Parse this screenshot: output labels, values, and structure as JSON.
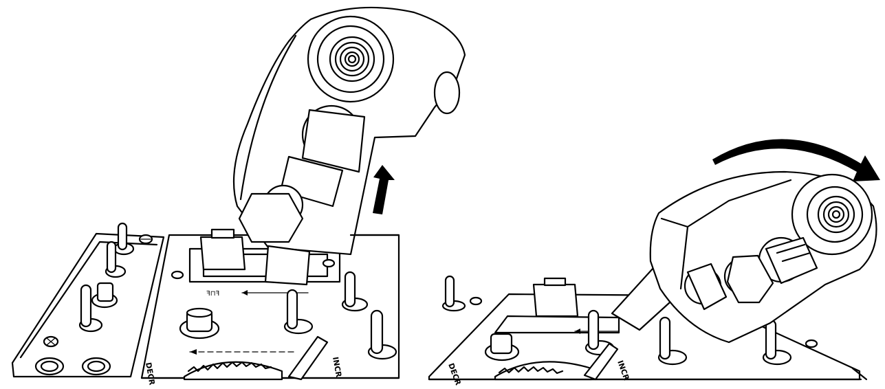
{
  "illustration": {
    "left_panel": {
      "label_decr": "DECR",
      "label_incr": "INCR",
      "arrow_icon": "arrow-up-icon"
    },
    "right_panel": {
      "label_decr": "DECR",
      "label_incr": "INCR",
      "arrow_icon": "curved-arrow-right-icon"
    }
  }
}
